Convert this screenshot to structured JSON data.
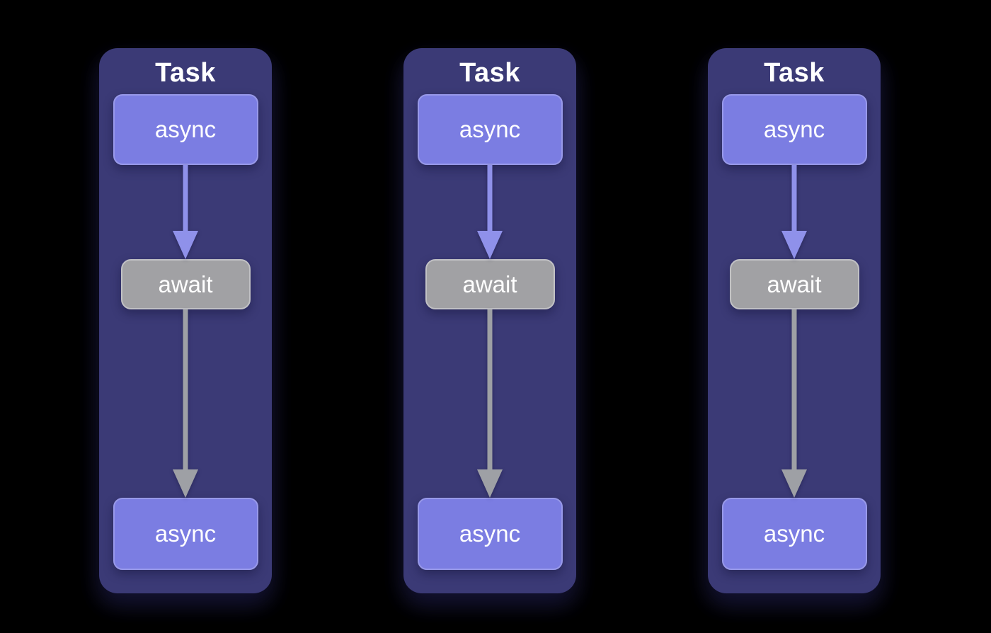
{
  "colors": {
    "background": "#000000",
    "panel_bg": "#3b3a76",
    "async_fill": "#7b7de2",
    "async_border": "#9899e9",
    "await_fill": "#a1a1a4",
    "await_border": "#c1c1c4",
    "arrow_purple": "#8f91ea",
    "arrow_gray": "#9ea0a5",
    "text": "#ffffff"
  },
  "tasks": [
    {
      "title": "Task",
      "top_node": "async",
      "middle_node": "await",
      "bottom_node": "async"
    },
    {
      "title": "Task",
      "top_node": "async",
      "middle_node": "await",
      "bottom_node": "async"
    },
    {
      "title": "Task",
      "top_node": "async",
      "middle_node": "await",
      "bottom_node": "async"
    }
  ]
}
